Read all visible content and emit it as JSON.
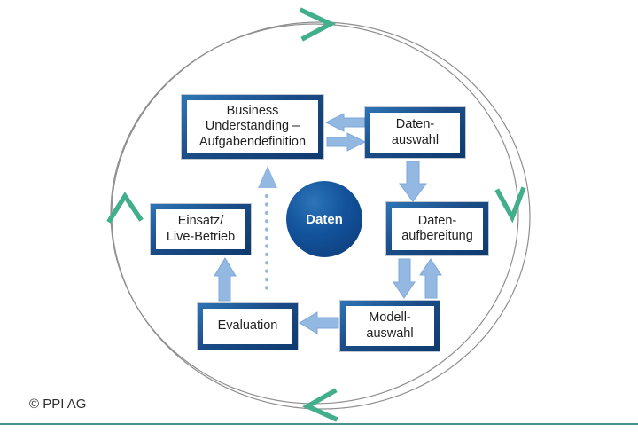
{
  "colors": {
    "accent-blue-dark": "#0e3a6e",
    "accent-blue-light": "#2e75b6",
    "circle-blue-mid": "#12529b",
    "arrow-blue": "#93b8e2",
    "arrow-blue-stroke": "#7da8d8",
    "green-arrow": "#41ae8c",
    "arc-gray": "#8f8f8f",
    "footer-line-teal": "#4e8f90",
    "text-dark": "#1f1f1f"
  },
  "diagram": {
    "center": {
      "label": "Daten"
    },
    "boxes": [
      {
        "id": "business-understanding",
        "label": "Business\nUnderstanding –\nAufgabendefinition"
      },
      {
        "id": "datenauswahl",
        "label": "Daten-\nauswahl"
      },
      {
        "id": "datenaufbereitung",
        "label": "Daten-\naufbereitung"
      },
      {
        "id": "modellauswahl",
        "label": "Modell-\nauswahl"
      },
      {
        "id": "evaluation",
        "label": "Evaluation"
      },
      {
        "id": "einsatz-live-betrieb",
        "label": "Einsatz/\nLive-Betrieb"
      }
    ],
    "cycle_arrows": [
      {
        "icon": "chevron-right-icon",
        "position": "top"
      },
      {
        "icon": "chevron-down-icon",
        "position": "right"
      },
      {
        "icon": "chevron-left-icon",
        "position": "bottom"
      },
      {
        "icon": "chevron-up-icon",
        "position": "left"
      }
    ]
  },
  "footer": {
    "copyright": "© PPI AG"
  }
}
